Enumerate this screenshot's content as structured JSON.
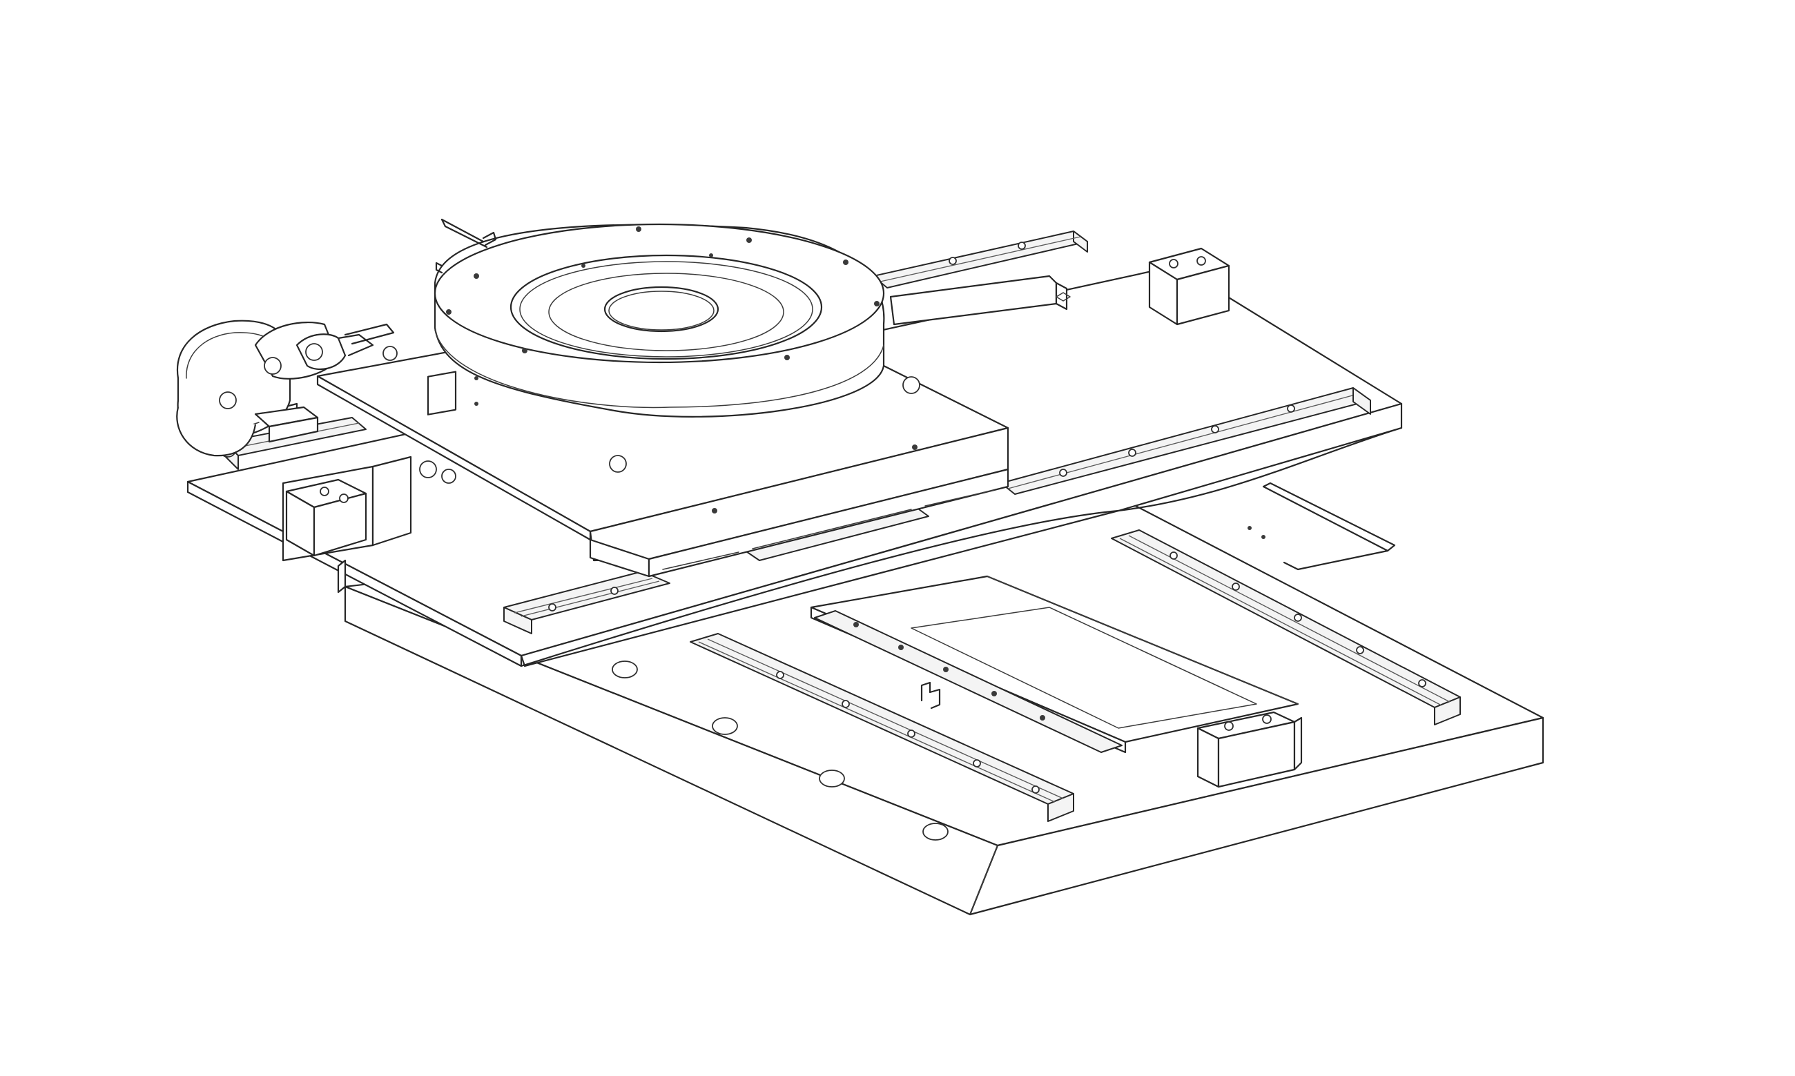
{
  "drawing": {
    "line_color": "#262626",
    "background_color": "#ffffff",
    "components": [
      "base-plate",
      "lower-linear-rail-left",
      "lower-linear-rail-right",
      "lower-center-channel",
      "lower-end-stop-block",
      "middle-carriage-plate",
      "middle-linear-rail-front",
      "middle-linear-rail-rear",
      "middle-end-stop-block",
      "upper-carriage-block",
      "rotary-table",
      "rotary-table-center-bore",
      "cable-carrier-chain",
      "side-bracket"
    ]
  }
}
